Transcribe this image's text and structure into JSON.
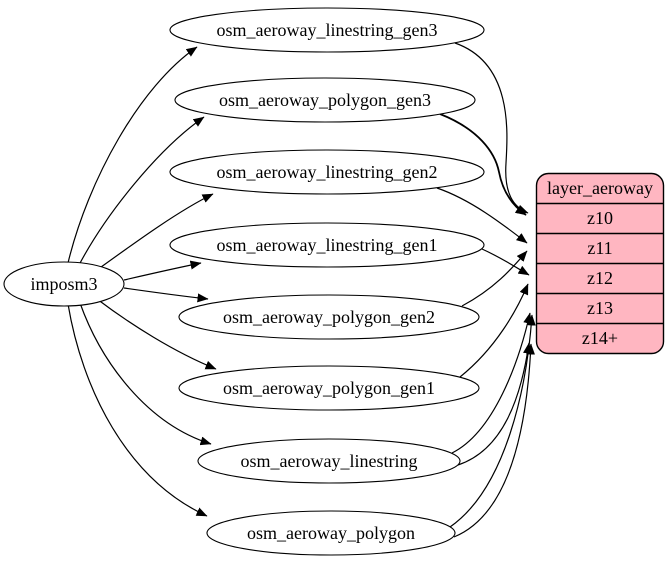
{
  "diagram": {
    "kind": "etl-graph",
    "source": {
      "label": "imposm3"
    },
    "tables": [
      {
        "id": "osm_aeroway_linestring_gen3",
        "label": "osm_aeroway_linestring_gen3"
      },
      {
        "id": "osm_aeroway_polygon_gen3",
        "label": "osm_aeroway_polygon_gen3"
      },
      {
        "id": "osm_aeroway_linestring_gen2",
        "label": "osm_aeroway_linestring_gen2"
      },
      {
        "id": "osm_aeroway_linestring_gen1",
        "label": "osm_aeroway_linestring_gen1"
      },
      {
        "id": "osm_aeroway_polygon_gen2",
        "label": "osm_aeroway_polygon_gen2"
      },
      {
        "id": "osm_aeroway_polygon_gen1",
        "label": "osm_aeroway_polygon_gen1"
      },
      {
        "id": "osm_aeroway_linestring",
        "label": "osm_aeroway_linestring"
      },
      {
        "id": "osm_aeroway_polygon",
        "label": "osm_aeroway_polygon"
      }
    ],
    "layer": {
      "title": "layer_aeroway",
      "zoom_rows": [
        "z10",
        "z11",
        "z12",
        "z13",
        "z14+"
      ]
    },
    "edges": {
      "from_source_to": [
        "osm_aeroway_linestring_gen3",
        "osm_aeroway_polygon_gen3",
        "osm_aeroway_linestring_gen2",
        "osm_aeroway_linestring_gen1",
        "osm_aeroway_polygon_gen2",
        "osm_aeroway_polygon_gen1",
        "osm_aeroway_linestring",
        "osm_aeroway_polygon"
      ],
      "to_layer": [
        {
          "from": "osm_aeroway_linestring_gen3",
          "to": "z10"
        },
        {
          "from": "osm_aeroway_polygon_gen3",
          "to": "z10"
        },
        {
          "from": "osm_aeroway_linestring_gen2",
          "to": "z11"
        },
        {
          "from": "osm_aeroway_polygon_gen2",
          "to": "z11"
        },
        {
          "from": "osm_aeroway_linestring_gen1",
          "to": "z12"
        },
        {
          "from": "osm_aeroway_polygon_gen1",
          "to": "z12"
        },
        {
          "from": "osm_aeroway_linestring",
          "to": "z13"
        },
        {
          "from": "osm_aeroway_linestring",
          "to": "z14+"
        },
        {
          "from": "osm_aeroway_polygon",
          "to": "z13"
        },
        {
          "from": "osm_aeroway_polygon",
          "to": "z14+"
        }
      ]
    },
    "colors": {
      "layer_fill": "#ffb6c1",
      "node_fill": "#ffffff",
      "stroke": "#000000"
    }
  }
}
